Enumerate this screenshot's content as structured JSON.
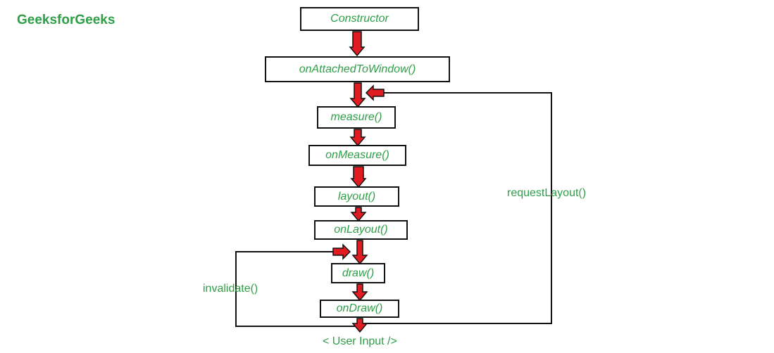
{
  "brand": {
    "name": "GeeksforGeeks"
  },
  "colors": {
    "text_green": "#2e9e47",
    "arrow_red": "#e11b22",
    "outline": "#111111",
    "line": "#111111"
  },
  "nodes": {
    "constructor": "Constructor",
    "on_attached": "onAttachedToWindow()",
    "measure": "measure()",
    "on_measure": "onMeasure()",
    "layout": "layout()",
    "on_layout": "onLayout()",
    "draw": "draw()",
    "on_draw": "onDraw()"
  },
  "labels": {
    "request_layout": "requestLayout()",
    "invalidate": "invalidate()",
    "user_input": "< User Input />"
  }
}
